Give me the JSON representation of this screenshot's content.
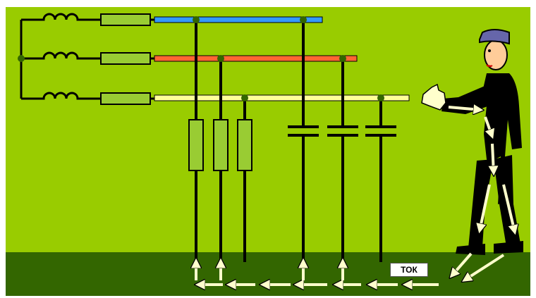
{
  "labels": {
    "current": "ТОК"
  },
  "colors": {
    "field": "#99cc00",
    "ground": "#336600",
    "frame": "#ffffff",
    "wire": "#000000",
    "fuse_fill": "#99cc33",
    "phase_a": "#3399ff",
    "phase_b": "#ff6633",
    "phase_c": "#ffff99",
    "node": "#336600",
    "arrow": "#ffffff",
    "hand": "#ffffcc",
    "person": "#000000",
    "cap": "#6666aa",
    "face": "#ffcc99"
  },
  "elements": {
    "phases": [
      "phase_a",
      "phase_b",
      "phase_c"
    ],
    "leakage_branches": [
      "resistor",
      "resistor",
      "resistor",
      "capacitor",
      "capacitor",
      "capacitor"
    ],
    "icons": [
      "person-icon",
      "arrow-icon"
    ]
  }
}
